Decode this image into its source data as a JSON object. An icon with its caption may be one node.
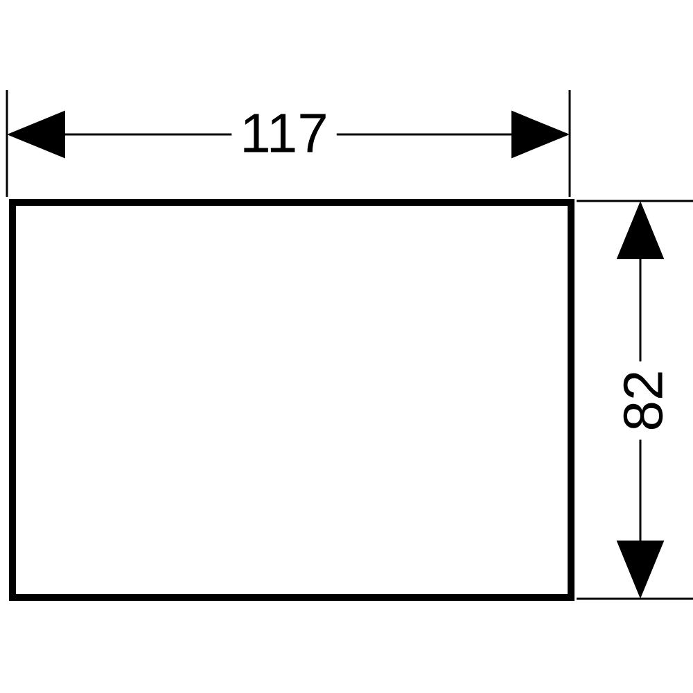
{
  "diagram": {
    "nodes": [
      {
        "text": [],
        "shape": "box"
      }
    ],
    "edges": [],
    "labels": [
      "117",
      "82"
    ]
  }
}
